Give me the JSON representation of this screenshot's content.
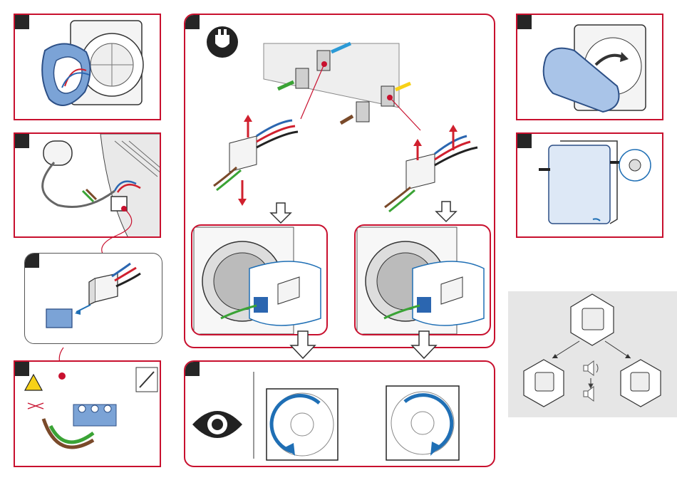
{
  "colors": {
    "frame_red": "#c8102e",
    "step_box": "#262626",
    "wire_blue": "#2b66b0",
    "wire_red": "#d0202e",
    "wire_black": "#222222",
    "wire_brown": "#7a4a2a",
    "wire_green": "#3aa335",
    "cover_blue": "#a9c4e8",
    "rotation_arrow_blue": "#1f6fb5",
    "warning_yellow": "#f7d117",
    "panel_gray": "#e6e6e6"
  },
  "steps": [
    {
      "id": "1",
      "content": "seal-ring-mounting",
      "icon": "fan-frame-icon"
    },
    {
      "id": "2",
      "content": "cable-terminal-connection",
      "icon": "terminal-block-icon"
    },
    {
      "id": "3",
      "content": "terminal-block-detail",
      "icon": "terminal-block-icon"
    },
    {
      "id": "4",
      "content": "wire-screw-terminals",
      "icon": "screwdriver-icon"
    },
    {
      "id": "5",
      "content": "power-wiring-and-airflow",
      "icon": "power-plug-icon"
    },
    {
      "id": "6",
      "content": "rotation-direction-check",
      "icon": "eye-icon"
    },
    {
      "id": "7",
      "content": "cover-removal",
      "icon": "cover-icon"
    },
    {
      "id": "8",
      "content": "cover-attachment",
      "icon": "cover-icon"
    }
  ],
  "mode_diagram": {
    "top": "fan-unit-icon",
    "left": "fan-unit-left-icon",
    "right": "fan-unit-right-icon",
    "center": "speaker-icon"
  }
}
